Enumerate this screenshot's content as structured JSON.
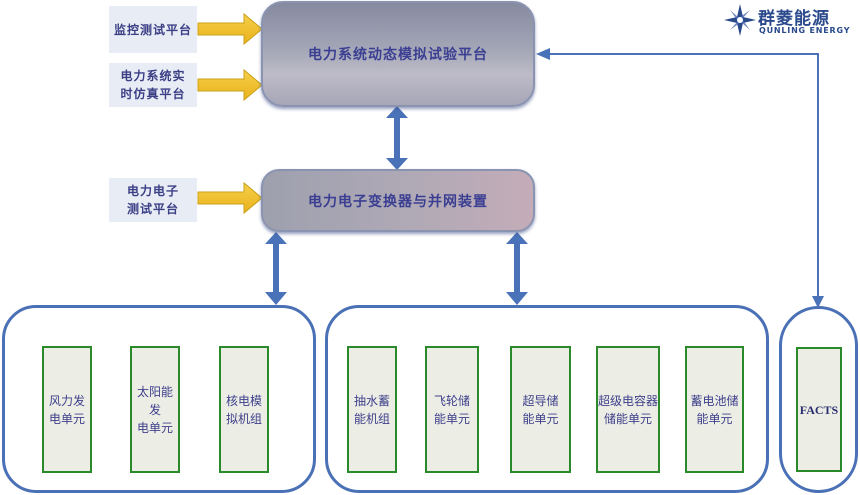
{
  "logo": {
    "name_cn": "群菱能源",
    "name_en": "QUNLING ENERGY",
    "icon": "star-compass-icon"
  },
  "inputs": [
    {
      "label": "监控测试平台"
    },
    {
      "label": "电力系统实\n时仿真平台"
    },
    {
      "label": "电力电子\n测试平台"
    }
  ],
  "main_platform": {
    "label": "电力系统动态模拟试验平台"
  },
  "converter": {
    "label": "电力电子变换器与并网装置"
  },
  "groups": {
    "generation": {
      "units": [
        {
          "label": "风力发\n电单元"
        },
        {
          "label": "太阳能发\n电单元"
        },
        {
          "label": "核电模\n拟机组"
        }
      ]
    },
    "storage": {
      "units": [
        {
          "label": "抽水蓄\n能机组"
        },
        {
          "label": "飞轮储\n能单元"
        },
        {
          "label": "超导储\n能单元"
        },
        {
          "label": "超级电容器\n储能单元"
        },
        {
          "label": "蓄电池储\n能单元"
        }
      ]
    },
    "facts": {
      "units": [
        {
          "label": "FACTS"
        }
      ]
    }
  },
  "colors": {
    "arrow_yellow": "#f2c12e",
    "connector_blue": "#4a72b8",
    "unit_border_green": "#2a8a2a",
    "text_navy": "#3b3f86"
  }
}
